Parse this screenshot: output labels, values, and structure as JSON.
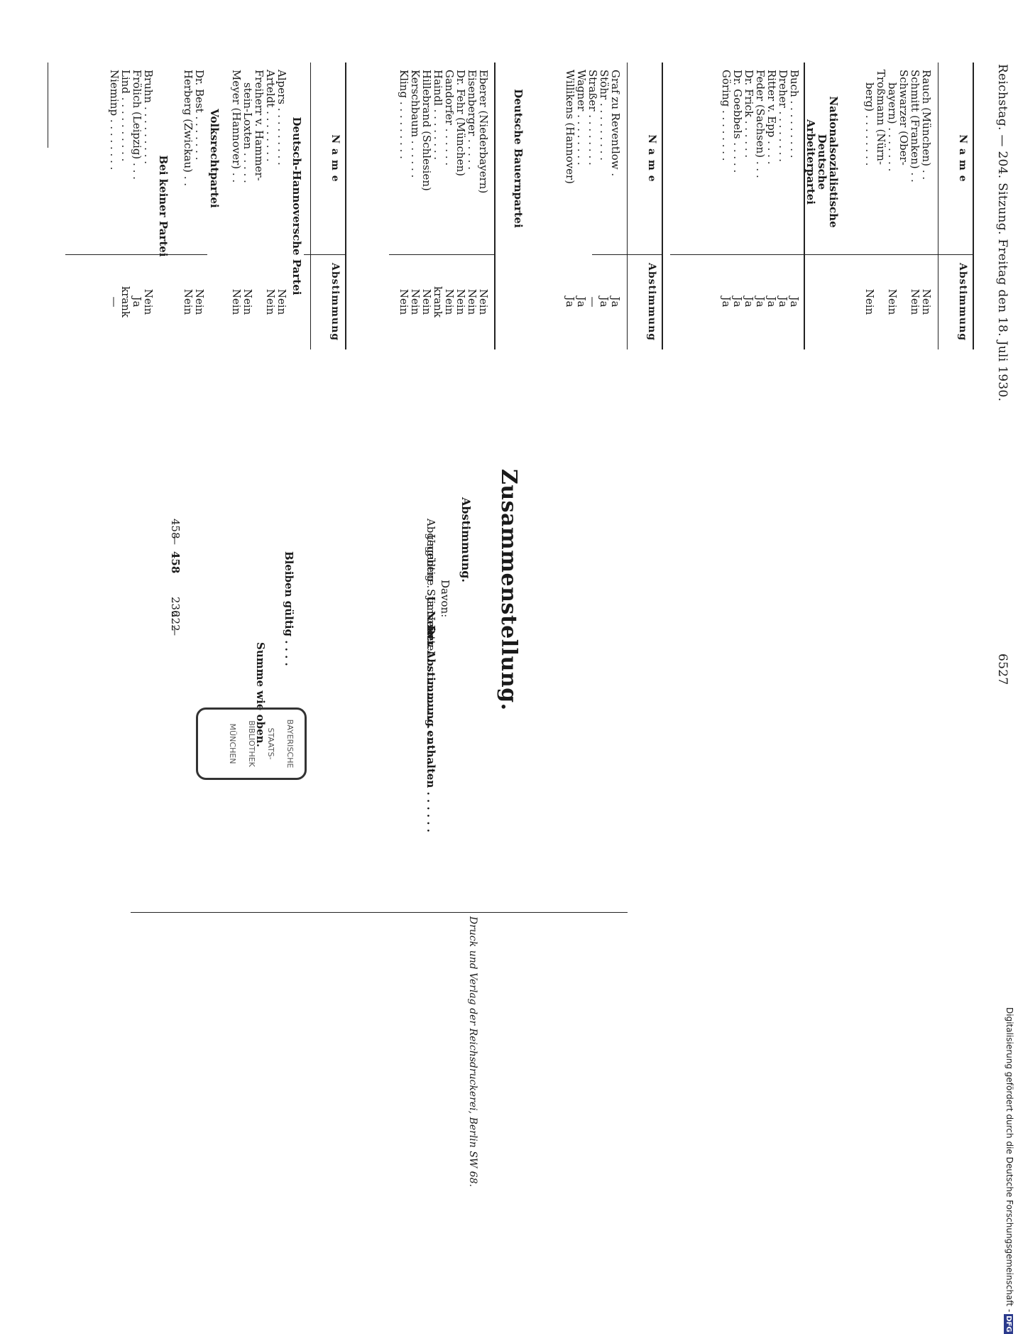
{
  "header": {
    "left": "Reichstag. — 204. Sitzung. Freitag den 18. Juli 1930.",
    "page_number": "6527"
  },
  "column_labels": {
    "name": "N a m e",
    "vote": "Abstimmung"
  },
  "table1": {
    "rows": [
      {
        "name": "Rauch (München) . .",
        "vote": "Nein"
      },
      {
        "name": "Schmitt (Franken) . .",
        "vote": "Nein"
      },
      {
        "name": "Schwarzer (Ober-",
        "vote": ""
      },
      {
        "name": "bayern) . . . . . . .",
        "vote": "Nein"
      },
      {
        "name": "Troßmann (Nürn-",
        "vote": ""
      },
      {
        "name": "berg) . . . . . . . .",
        "vote": "Nein"
      }
    ],
    "party2": "Nationalsozialistische Deutsche Arbeiterpartei",
    "rows2": [
      {
        "name": "Buch . . . . . . . . .",
        "vote": "Ja"
      },
      {
        "name": "Dreher . . . . . . . .",
        "vote": "Ja"
      },
      {
        "name": "Ritter v. Epp . . . .",
        "vote": "Ja"
      },
      {
        "name": "Feder (Sachsen) . . .",
        "vote": "Ja"
      },
      {
        "name": "Dr. Frick . . . . . .",
        "vote": "Ja"
      },
      {
        "name": "Dr. Goebbels . . . . .",
        "vote": "Ja"
      },
      {
        "name": "Göring . . . . . . . .",
        "vote": "Ja"
      }
    ]
  },
  "table2": {
    "rows": [
      {
        "name": "Graf zu Reventlow .",
        "vote": "Ja"
      },
      {
        "name": "Stöhr . . . . . . . . .",
        "vote": "Ja"
      },
      {
        "name": "Straßer . . . . . . . .",
        "vote": "—"
      },
      {
        "name": "Wagner . . . . . . . .",
        "vote": "Ja"
      },
      {
        "name": "Willikens (Hannover)",
        "vote": "Ja"
      }
    ],
    "party2": "Deutsche Bauernpartei",
    "rows2": [
      {
        "name": "Eberer (Niederbayern)",
        "vote": "Nein"
      },
      {
        "name": "Eisenberger . . . . .",
        "vote": "Nein"
      },
      {
        "name": "Dr. Fehr (München)",
        "vote": "Nein"
      },
      {
        "name": "Gandorfer . . . . . .",
        "vote": "Nein"
      },
      {
        "name": "Haindl . . . . . . . .",
        "vote": "krank"
      },
      {
        "name": "Hillebrand (Schlesien)",
        "vote": "Nein"
      },
      {
        "name": "Kerschbaum . . . . . .",
        "vote": "Nein"
      },
      {
        "name": "Kling . . . . . . . . .",
        "vote": "Nein"
      }
    ]
  },
  "table3": {
    "party1": "Deutsch-Hannoversche Partei",
    "rows": [
      {
        "name": "Alpers . . . . . . . . .",
        "vote": "Nein"
      },
      {
        "name": "Arteldt . . . . . . . .",
        "vote": "Nein"
      },
      {
        "name": "Freiherr v. Hammer-",
        "vote": ""
      },
      {
        "name": "stein-Loxten . . . . .",
        "vote": "Nein"
      },
      {
        "name": "Meyer (Hannover) . .",
        "vote": "Nein"
      }
    ],
    "party2": "Volksrechtpartei",
    "rows2": [
      {
        "name": "Dr. Best . . . . . . .",
        "vote": "Nein"
      },
      {
        "name": "Herberg (Zwickau) . .",
        "vote": "Nein"
      }
    ],
    "party3": "Bei keiner Partei",
    "rows3": [
      {
        "name": "Bruhn . . . . . . . . .",
        "vote": "Nein"
      },
      {
        "name": "Frölich (Leipzig) . . .",
        "vote": "Ja"
      },
      {
        "name": "Lind . . . . . . . . . .",
        "vote": "krank"
      },
      {
        "name": "Nieminp . . . . . . . .",
        "vote": "—"
      }
    ]
  },
  "summary": {
    "title": "Zusammenstellung.",
    "subtitle": "Abstimmung.",
    "given_label": "Abgegebene Stimmzettel . . . . . . . . . .",
    "given_value": "458",
    "invalid_label": "Ungültig . . . . . . . . . . . . . . . . . . .",
    "invalid_value": "—",
    "valid_label": "Bleiben gültig . . . .",
    "valid_value": "458",
    "davon": "Davon:",
    "ja_label": "Ja . . . . . . . . . . . . . . . . . . . . .",
    "ja_value": "236",
    "nein_label": "Nein . . . . . . . . . . . . . . . . . . . .",
    "nein_value": "222",
    "abst_label": "Der Abstimmung enthalten . . . . . .",
    "abst_value": "—",
    "sum_label": "Summe wie oben."
  },
  "stamp": {
    "lines": [
      "BAYERISCHE",
      "STAATS-",
      "BIBLIOTHEK",
      "MÜNCHEN"
    ]
  },
  "footer": "Druck und Verlag der Reichsdruckerei, Berlin SW 68.",
  "side_note": "Digitalisierung gefördert durch die Deutsche Forschungsgemeinschaft -",
  "side_logo": "DFG"
}
